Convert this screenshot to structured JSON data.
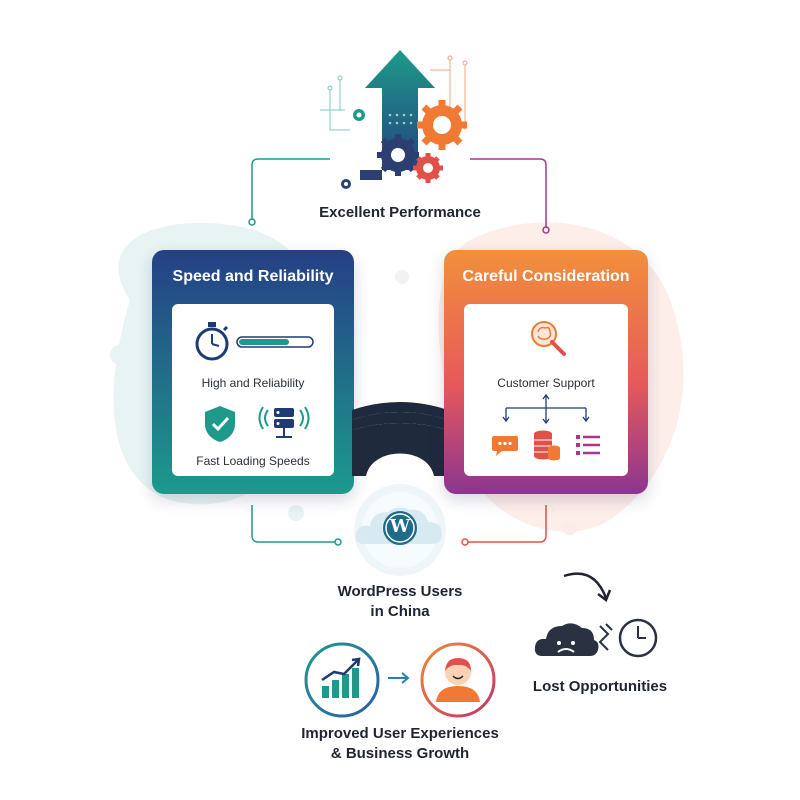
{
  "top": {
    "title": "Excellent Performance"
  },
  "left_panel": {
    "title": "Speed and Reliability",
    "item1": "High and Reliability",
    "item2": "Fast Loading Speeds"
  },
  "right_panel": {
    "title": "Careful Consideration",
    "item1": "Customer Support"
  },
  "center": {
    "line1": "WordPress Users",
    "line2": "in China",
    "logo_letter": "W"
  },
  "bottom": {
    "line1": "Improved User Experiences",
    "line2": "& Business Growth"
  },
  "side": {
    "label": "Lost Opportunities"
  },
  "colors": {
    "navy": "#1f3b73",
    "teal": "#1f9a8a",
    "orange": "#f07a34",
    "magenta": "#8a2e8f",
    "red": "#e2504a",
    "dark": "#1f2430"
  },
  "icons": [
    "arrow-up-icon",
    "gear-icon",
    "stopwatch-icon",
    "progress-bar",
    "shield-check-icon",
    "server-signal-icon",
    "brain-magnifier-icon",
    "hierarchy-icon",
    "chat-icon",
    "coins-icon",
    "list-icon",
    "wordpress-logo",
    "growth-chart-icon",
    "user-avatar-icon",
    "sad-cloud-icon",
    "clock-icon",
    "curved-arrow-icon"
  ]
}
